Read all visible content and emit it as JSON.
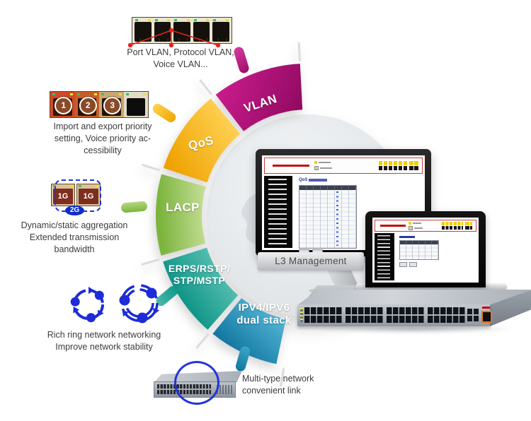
{
  "segments": [
    {
      "id": "vlan",
      "lines": [
        "VLAN"
      ],
      "color": "#b8107e"
    },
    {
      "id": "qos",
      "lines": [
        "QoS"
      ],
      "color": "#f6b300"
    },
    {
      "id": "lacp",
      "lines": [
        "LACP"
      ],
      "color": "#8cbf4e"
    },
    {
      "id": "erps",
      "lines": [
        "ERPS/RSTP/",
        "STP/MSTP"
      ],
      "color": "#17a092"
    },
    {
      "id": "ipv46",
      "lines": [
        "IPV4/IPV6",
        "dual stack"
      ],
      "color": "#2191bb"
    }
  ],
  "annotations": {
    "vlan": [
      "Port VLAN, Protocol VLAN,",
      "Voice VLAN..."
    ],
    "qos": [
      "Import and export priority",
      "setting, Voice priority ac-",
      "cessibility"
    ],
    "lacp": [
      "Dynamic/static aggregation",
      "Extended transmission",
      "bandwidth"
    ],
    "erps": [
      "Rich ring network networking",
      "Improve network stability"
    ],
    "ipv46": [
      "Multi-type network",
      "convenient link"
    ]
  },
  "labels": {
    "qos_ports": [
      "1",
      "2",
      "3"
    ],
    "lacp_ports": [
      "1G",
      "1G"
    ],
    "lacp_aggregate": "2G"
  },
  "management": {
    "stand_label": "L3 Management",
    "screen_title": "QoS"
  },
  "colors": {
    "annotation_red": "#e8211a",
    "ring_blue": "#1d2bd8",
    "aggregate_blue": "#0e2ed1"
  }
}
